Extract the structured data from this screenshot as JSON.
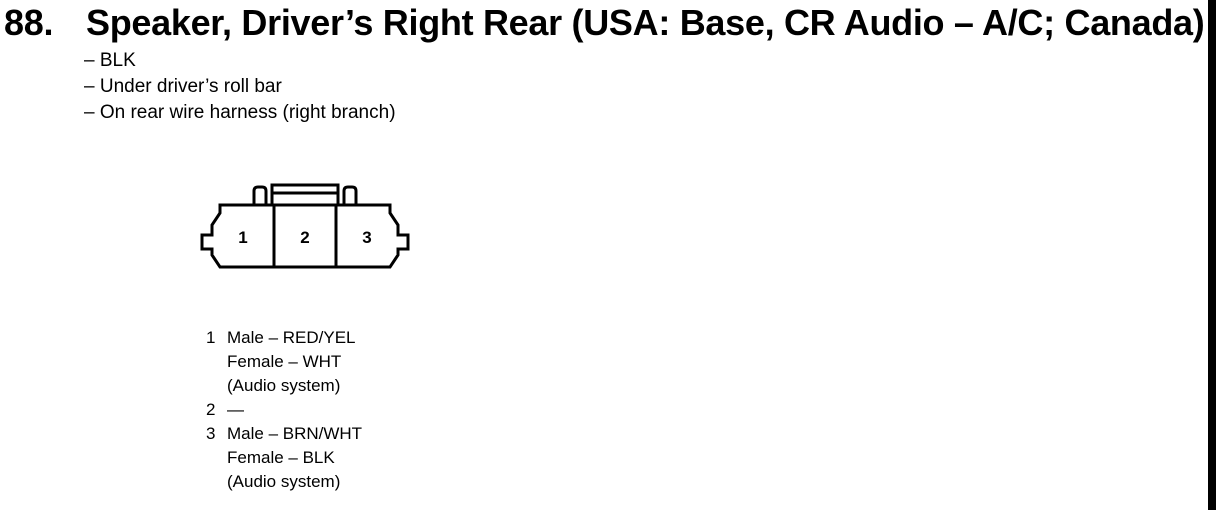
{
  "heading": {
    "number": "88.",
    "title": "Speaker, Driver’s Right Rear (USA: Base, CR Audio – A/C; Canada)"
  },
  "details": [
    "– BLK",
    "– Under driver’s roll bar",
    "– On rear wire harness (right branch)"
  ],
  "connector": {
    "cavities": [
      "1",
      "2",
      "3"
    ]
  },
  "pins": [
    {
      "number": "1",
      "lines": [
        "Male – RED/YEL",
        "Female – WHT",
        "(Audio system)"
      ]
    },
    {
      "number": "2",
      "lines": [
        "—"
      ]
    },
    {
      "number": "3",
      "lines": [
        "Male – BRN/WHT",
        "Female – BLK",
        "(Audio system)"
      ]
    }
  ]
}
